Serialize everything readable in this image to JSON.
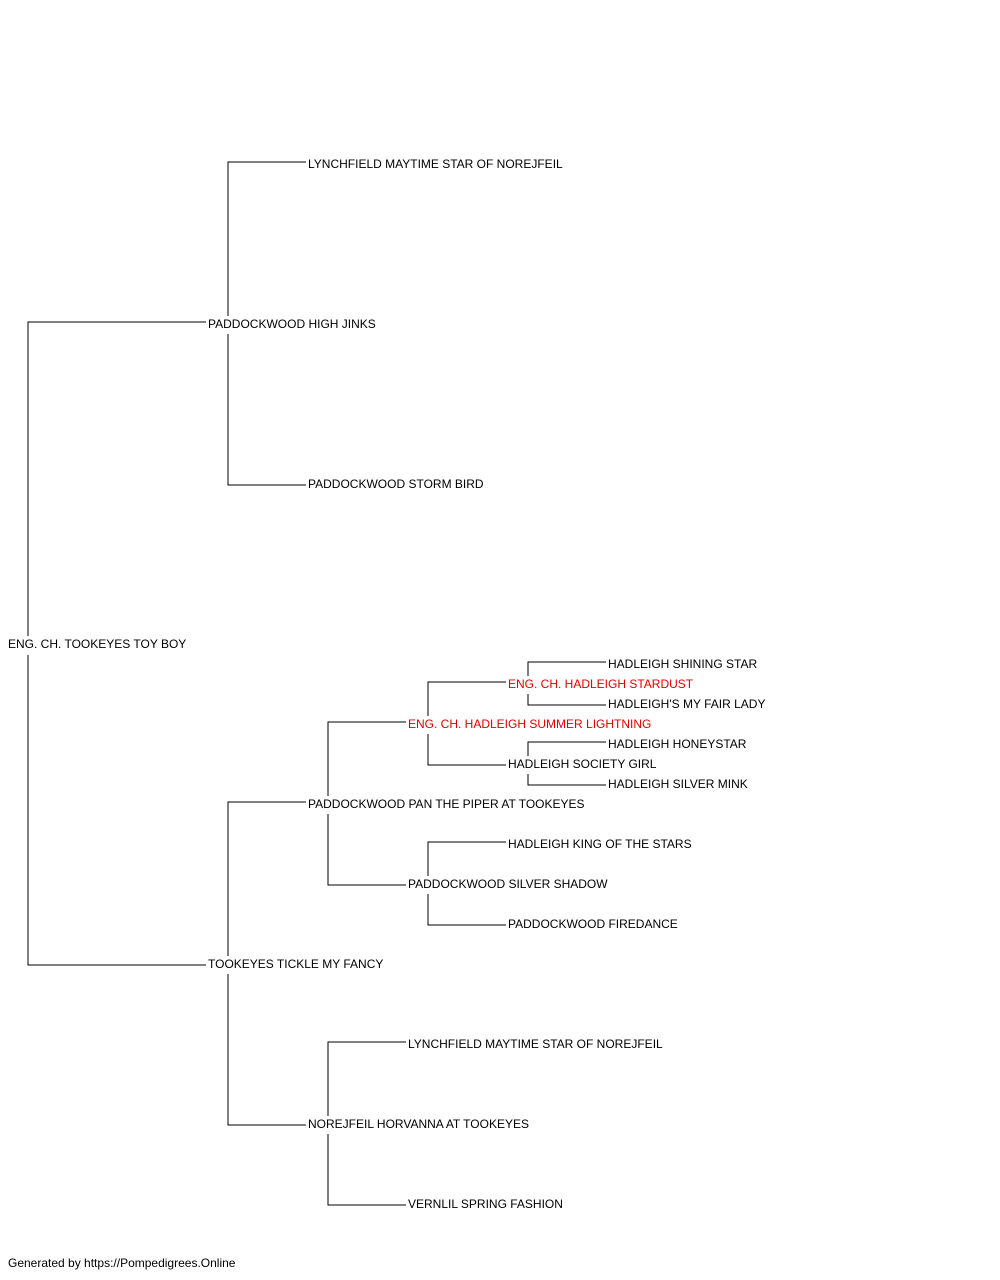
{
  "pedigree": {
    "dog": "ENG. CH. TOOKEYES TOY BOY",
    "sire": {
      "name": "PADDOCKWOOD HIGH JINKS",
      "sire": "LYNCHFIELD MAYTIME STAR OF NOREJFEIL",
      "dam": "PADDOCKWOOD STORM BIRD"
    },
    "dam": {
      "name": "TOOKEYES TICKLE MY FANCY",
      "sire": {
        "name": "PADDOCKWOOD PAN THE PIPER AT TOOKEYES",
        "sire": {
          "name": "ENG. CH. HADLEIGH SUMMER LIGHTNING",
          "sire": {
            "name": "ENG. CH. HADLEIGH STARDUST",
            "sire": "HADLEIGH SHINING STAR",
            "dam": "HADLEIGH'S MY FAIR LADY"
          },
          "dam": {
            "name": "HADLEIGH SOCIETY GIRL",
            "sire": "HADLEIGH HONEYSTAR",
            "dam": "HADLEIGH SILVER MINK"
          }
        },
        "dam": {
          "name": "PADDOCKWOOD SILVER SHADOW",
          "sire": "HADLEIGH KING OF THE STARS",
          "dam": "PADDOCKWOOD FIREDANCE"
        }
      },
      "dam": {
        "name": "NOREJFEIL HORVANNA AT TOOKEYES",
        "sire": "LYNCHFIELD MAYTIME STAR OF NOREJFEIL",
        "dam": "VERNLIL SPRING FASHION"
      }
    }
  },
  "colors": {
    "champion": "#e00000",
    "default": "#000000",
    "line": "#000000"
  },
  "footer": "Generated by https://Pompedigrees.Online"
}
